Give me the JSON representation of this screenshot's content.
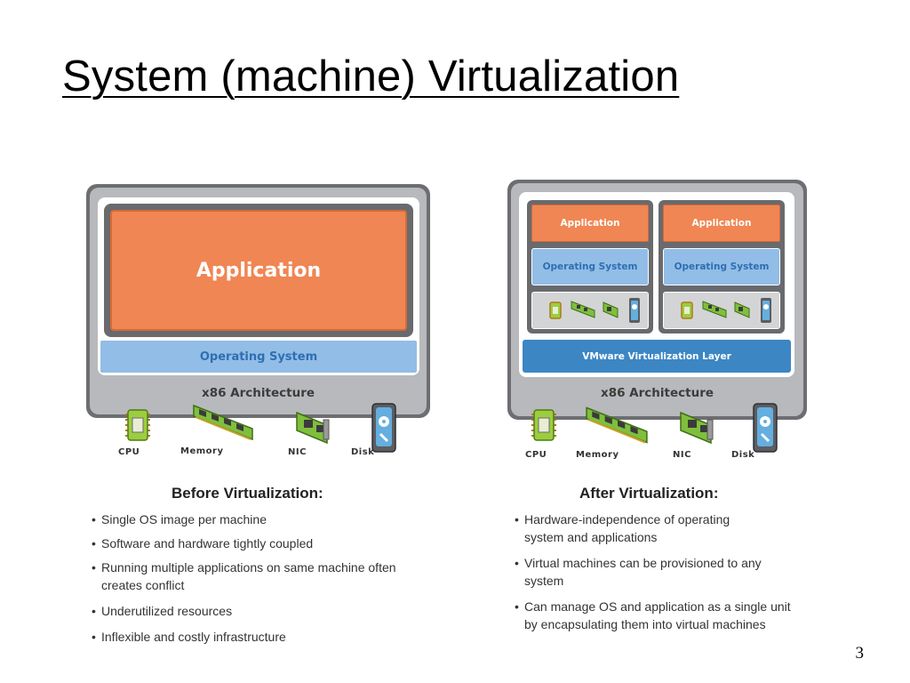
{
  "slide": {
    "title": "System (machine) Virtualization",
    "page_number": "3"
  },
  "before": {
    "application": "Application",
    "operating_system": "Operating System",
    "architecture": "x86 Architecture",
    "hardware": {
      "cpu": "CPU",
      "memory": "Memory",
      "nic": "NIC",
      "disk": "Disk"
    },
    "heading": "Before Virtualization:",
    "bullets": [
      "Single OS image per machine",
      "Software and hardware tightly coupled",
      "Running multiple applications on same machine often creates conflict",
      "Underutilized resources",
      "Inflexible and costly infrastructure"
    ]
  },
  "after": {
    "vms": [
      {
        "application": "Application",
        "operating_system": "Operating System"
      },
      {
        "application": "Application",
        "operating_system": "Operating System"
      }
    ],
    "virtualization_layer": "VMware Virtualization Layer",
    "architecture": "x86 Architecture",
    "hardware": {
      "cpu": "CPU",
      "memory": "Memory",
      "nic": "NIC",
      "disk": "Disk"
    },
    "heading": "After Virtualization:",
    "bullets": [
      "Hardware-independence of operating system and applications",
      "Virtual machines can be provisioned to any system",
      "Can manage OS and application as a single unit by encapsulating them into virtual machines"
    ]
  },
  "colors": {
    "application": "#f08653",
    "operating_system": "#92bde7",
    "virtualization_layer": "#3c86c4",
    "frame": "#6d6e71",
    "frame_light": "#b8b9bc"
  }
}
